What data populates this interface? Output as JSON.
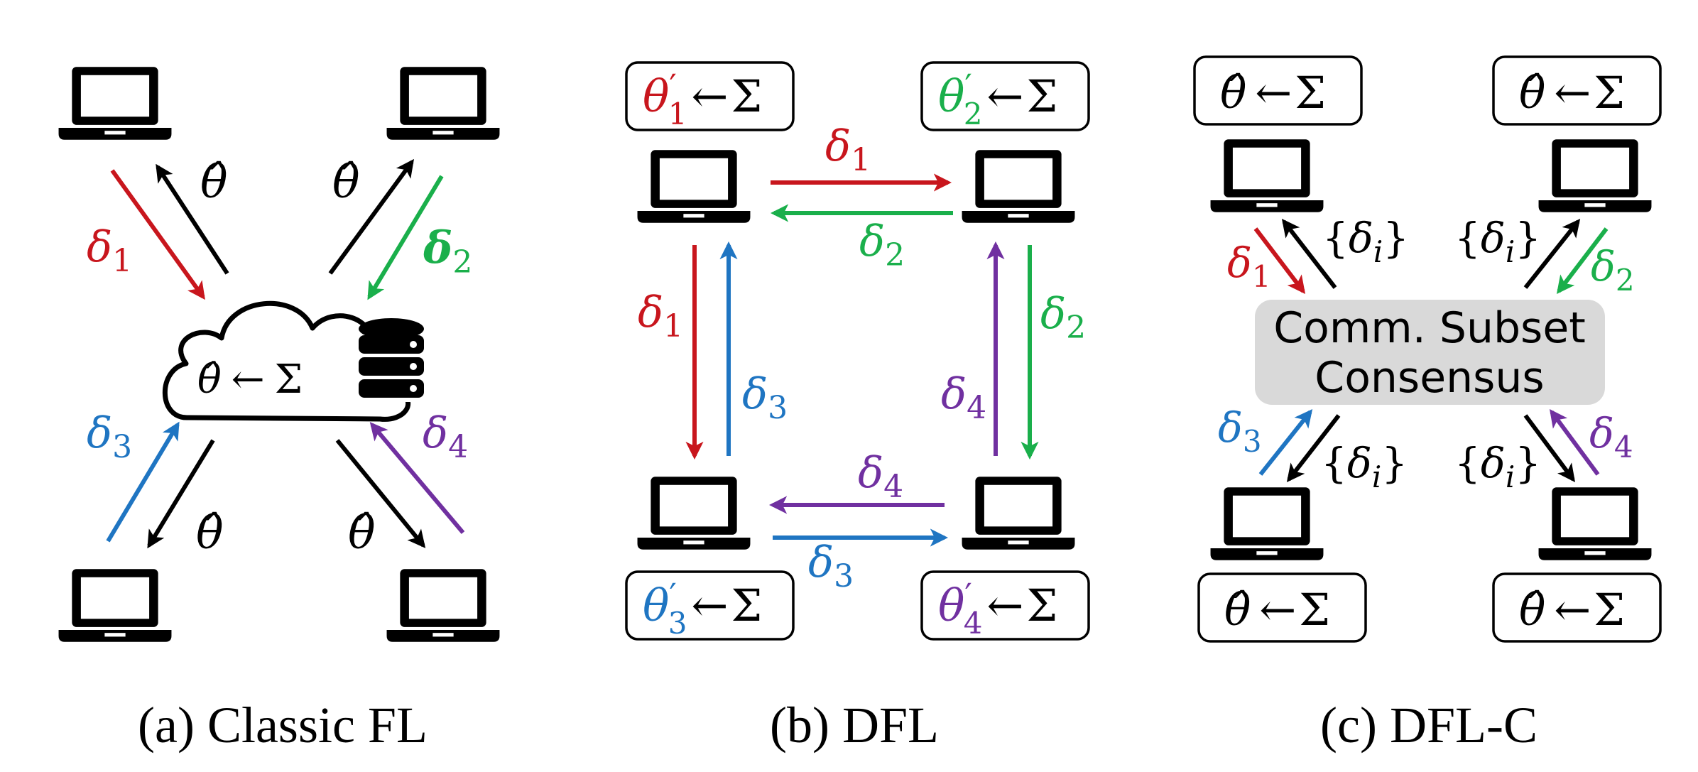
{
  "colors": {
    "red": "#c8161d",
    "green": "#1aaf4b",
    "blue": "#1f75c2",
    "purple": "#7030a0",
    "black": "#000000",
    "consensus_fill": "#d9d9d9"
  },
  "icons": {
    "client": "laptop-icon",
    "server": "cloud-icon",
    "storage": "database-icon"
  },
  "panel_a": {
    "caption": "(a) Classic FL",
    "server_label": {
      "lhs": "θ̂",
      "arrow": "←",
      "rhs": "Σ"
    },
    "labels": {
      "d1": {
        "sym": "δ",
        "sub": "1"
      },
      "d2": {
        "sym": "δ",
        "sub": "2"
      },
      "d3": {
        "sym": "δ",
        "sub": "3"
      },
      "d4": {
        "sym": "δ",
        "sub": "4"
      },
      "theta": "θ̂"
    }
  },
  "panel_b": {
    "caption": "(b) DFL",
    "boxes": [
      {
        "sym": "θ",
        "prime": "′",
        "sub": "1",
        "arrow": "←",
        "rhs": "Σ"
      },
      {
        "sym": "θ",
        "prime": "′",
        "sub": "2",
        "arrow": "←",
        "rhs": "Σ"
      },
      {
        "sym": "θ",
        "prime": "′",
        "sub": "3",
        "arrow": "←",
        "rhs": "Σ"
      },
      {
        "sym": "θ",
        "prime": "′",
        "sub": "4",
        "arrow": "←",
        "rhs": "Σ"
      }
    ],
    "labels": {
      "d1": {
        "sym": "δ",
        "sub": "1"
      },
      "d2": {
        "sym": "δ",
        "sub": "2"
      },
      "d3": {
        "sym": "δ",
        "sub": "3"
      },
      "d4": {
        "sym": "δ",
        "sub": "4"
      }
    }
  },
  "panel_c": {
    "caption": "(c) DFL-C",
    "consensus_line1": "Comm. Subset",
    "consensus_line2": "Consensus",
    "box": {
      "lhs": "θ̂",
      "arrow": "←",
      "rhs": "Σ"
    },
    "set_label": {
      "open": "{",
      "sym": "δ",
      "sub": "i",
      "close": "}"
    },
    "labels": {
      "d1": {
        "sym": "δ",
        "sub": "1"
      },
      "d2": {
        "sym": "δ",
        "sub": "2"
      },
      "d3": {
        "sym": "δ",
        "sub": "3"
      },
      "d4": {
        "sym": "δ",
        "sub": "4"
      }
    }
  }
}
